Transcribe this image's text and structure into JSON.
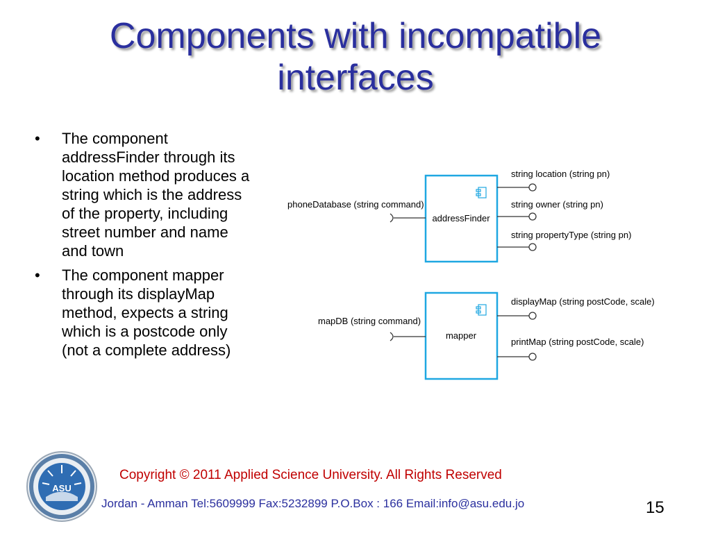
{
  "title": "Components with incompatible interfaces",
  "bullets": [
    "The component addressFinder through its location method produces a string which is the address of the property, including street number and name and town",
    "The component mapper through its displayMap method, expects a string which is a postcode only (not a complete address)"
  ],
  "diagram": {
    "components": [
      {
        "name": "addressFinder",
        "required": "phoneDatabase (string command)",
        "provided": [
          "string location (string pn)",
          "string owner (string pn)",
          "string propertyType (string pn)"
        ]
      },
      {
        "name": "mapper",
        "required": "mapDB (string command)",
        "provided": [
          "displayMap (string postCode, scale)",
          "printMap (string postCode, scale)"
        ]
      }
    ],
    "box_color": "#1ea7e1"
  },
  "footer": {
    "copyright": "Copyright  © 2011 Applied Science University. All Rights Reserved",
    "address": "Jordan - Amman Tel:5609999 Fax:5232899 P.O.Box : 166   Email:info@asu.edu.jo",
    "page": "15",
    "logo_text": "ASU"
  }
}
